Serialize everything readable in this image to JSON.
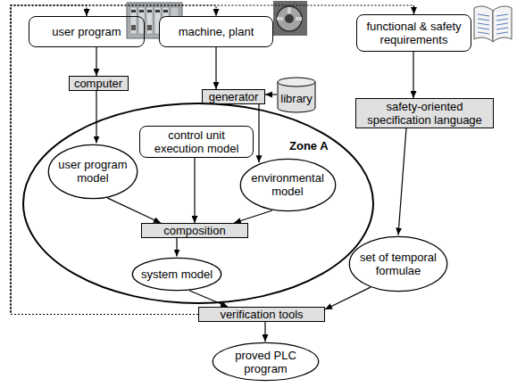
{
  "diagram": {
    "nodes": [
      {
        "text": [
          "user program"
        ]
      },
      {
        "text": [
          "machine, plant"
        ]
      },
      {
        "text": [
          "functional & safety requirements"
        ]
      },
      {
        "text": [
          "computer"
        ]
      },
      {
        "text": [
          "generator"
        ]
      },
      {
        "text": [
          "library"
        ]
      },
      {
        "text": [
          "safety-oriented specification language"
        ]
      },
      {
        "text": [
          "Zone A"
        ]
      },
      {
        "text": [
          "control unit execution model"
        ],
        "in": 7
      },
      {
        "text": [
          "user program model"
        ],
        "in": 7
      },
      {
        "text": [
          "environmental model"
        ],
        "in": 7
      },
      {
        "text": [
          "composition"
        ],
        "in": 7
      },
      {
        "text": [
          "system model"
        ],
        "in": 7
      },
      {
        "text": [
          "set of temporal formulae"
        ]
      },
      {
        "text": [
          "verification tools"
        ]
      },
      {
        "text": [
          "proved PLC program"
        ]
      }
    ],
    "edges": [
      {
        "from": 0,
        "to": 3,
        "arrow": "to"
      },
      {
        "from": 3,
        "to": 9,
        "arrow": "to"
      },
      {
        "from": 1,
        "to": 4,
        "arrow": "to"
      },
      {
        "from": 5,
        "to": 4,
        "arrow": "to"
      },
      {
        "from": 4,
        "to": 10,
        "arrow": "to"
      },
      {
        "from": 2,
        "to": 6,
        "arrow": "to"
      },
      {
        "from": 6,
        "to": 13,
        "arrow": "to"
      },
      {
        "from": 8,
        "to": 11,
        "arrow": "to"
      },
      {
        "from": 9,
        "to": 11,
        "arrow": "to"
      },
      {
        "from": 10,
        "to": 11,
        "arrow": "to"
      },
      {
        "from": 11,
        "to": 12,
        "arrow": "to"
      },
      {
        "from": 12,
        "to": 14,
        "arrow": "to"
      },
      {
        "from": 13,
        "to": 14,
        "arrow": "to"
      },
      {
        "from": 14,
        "to": 15,
        "arrow": "to"
      },
      {
        "from": 14,
        "to": 0,
        "arrow": "to"
      },
      {
        "from": 14,
        "to": 1,
        "arrow": "to"
      },
      {
        "from": 14,
        "to": 2,
        "arrow": "to"
      }
    ]
  }
}
